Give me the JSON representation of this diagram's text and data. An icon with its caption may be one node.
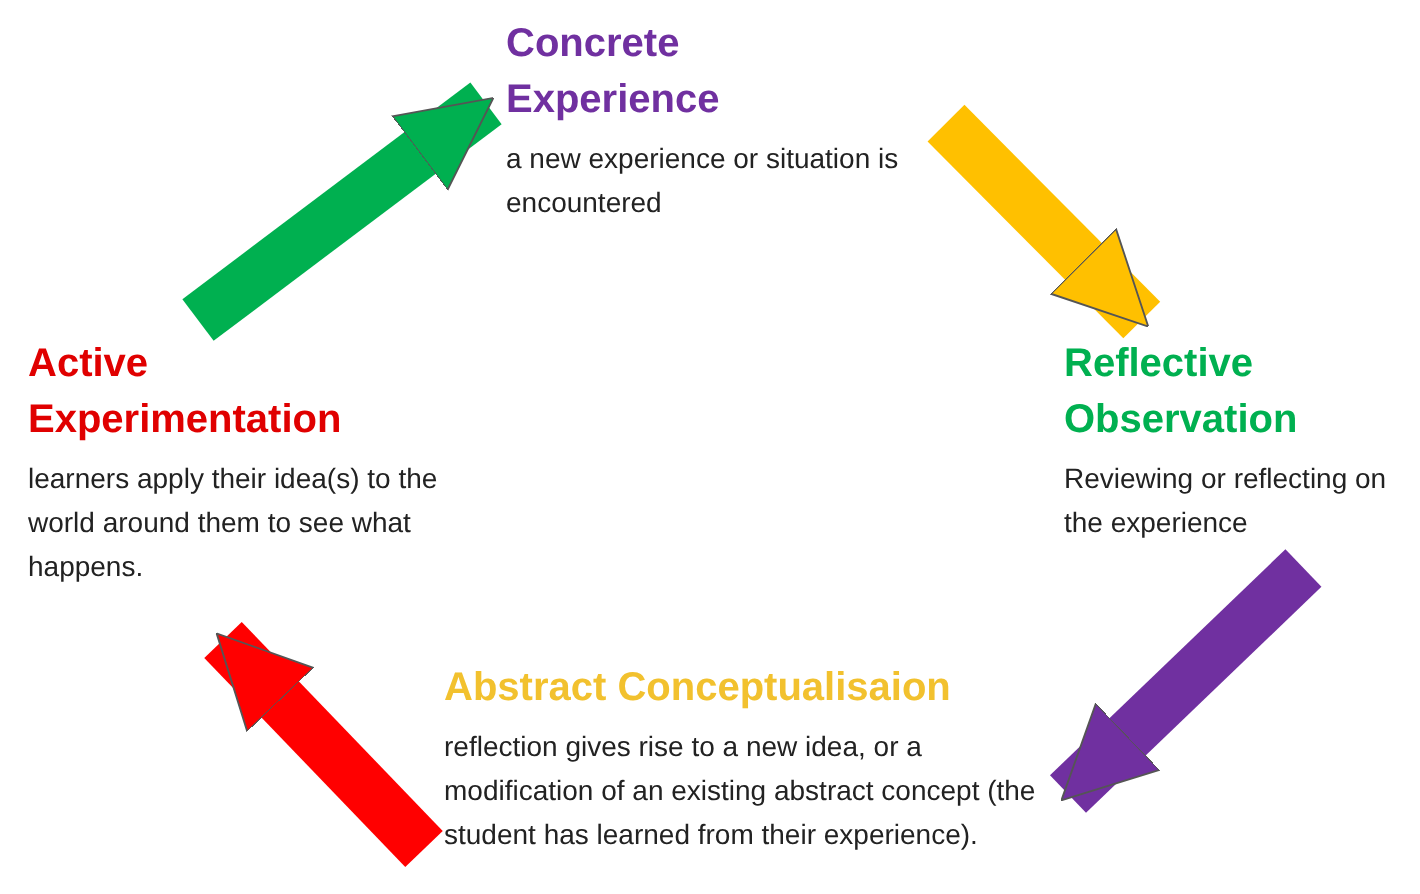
{
  "diagram": {
    "nodes": [
      {
        "text": [
          "Concrete Experience",
          "a new experience or situation is encountered"
        ]
      },
      {
        "text": [
          "Reflective Observation",
          "Reviewing or reflecting on the experience"
        ]
      },
      {
        "text": [
          "Abstract Conceptualisaion",
          "reflection gives rise to a new idea, or a modification of an existing abstract concept (the student has learned from their experience)."
        ]
      },
      {
        "text": [
          "Active Experimentation",
          "learners apply their idea(s) to the world around them to see what happens."
        ]
      }
    ],
    "edges": [
      {
        "from": 0,
        "to": 1,
        "arrow": "to",
        "color": "#ffc000"
      },
      {
        "from": 1,
        "to": 2,
        "arrow": "to",
        "color": "#7030a0"
      },
      {
        "from": 2,
        "to": 3,
        "arrow": "to",
        "color": "#ff0000"
      },
      {
        "from": 3,
        "to": 0,
        "arrow": "to",
        "color": "#00b050"
      }
    ]
  }
}
